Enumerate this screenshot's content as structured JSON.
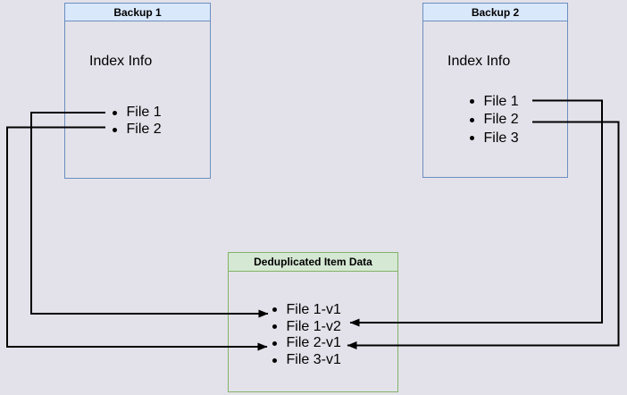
{
  "diagram": {
    "backup1": {
      "title": "Backup 1",
      "label": "Index Info",
      "items": [
        "File 1",
        "File 2"
      ]
    },
    "backup2": {
      "title": "Backup 2",
      "label": "Index Info",
      "items": [
        "File 1",
        "File 2",
        "File 3"
      ]
    },
    "dedup": {
      "title": "Deduplicated Item Data",
      "items": [
        "File 1-v1",
        "File 1-v2",
        "File 2-v1",
        "File 3-v1"
      ]
    },
    "edges": [
      {
        "id": "edge-backup1-file1-to-file1v1",
        "from": "Backup 1 / File 1",
        "to": "Deduplicated Item Data / File 1-v1"
      },
      {
        "id": "edge-backup1-file2-to-file2v1",
        "from": "Backup 1 / File 2",
        "to": "Deduplicated Item Data / File 2-v1"
      },
      {
        "id": "edge-backup2-file1-to-file1v2",
        "from": "Backup 2 / File 1",
        "to": "Deduplicated Item Data / File 1-v2"
      },
      {
        "id": "edge-backup2-file2-to-file2v1",
        "from": "Backup 2 / File 2",
        "to": "Deduplicated Item Data / File 2-v1"
      }
    ],
    "colors": {
      "background": "#e3e2ea",
      "blue_fill": "#dae8fc",
      "blue_border": "#6c8ebf",
      "green_fill": "#d5e8d4",
      "green_border": "#82b366",
      "line": "#000000",
      "text": "#000000"
    }
  }
}
